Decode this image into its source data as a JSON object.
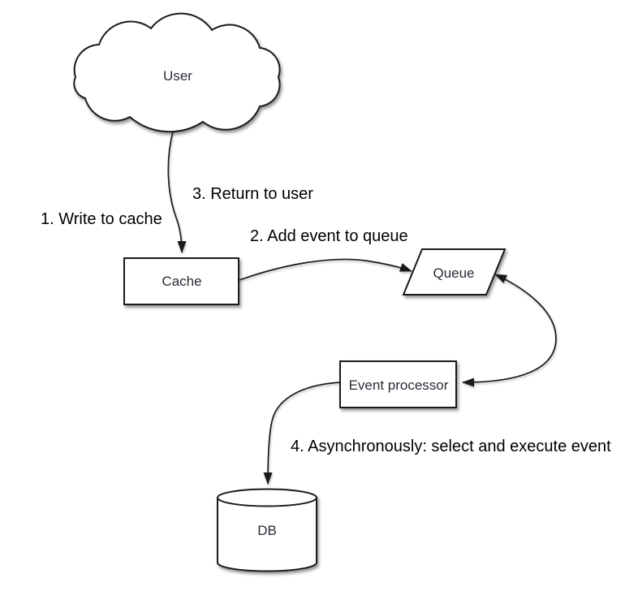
{
  "diagram": {
    "nodes": {
      "user": {
        "label": "User",
        "shape": "cloud"
      },
      "cache": {
        "label": "Cache",
        "shape": "rectangle"
      },
      "queue": {
        "label": "Queue",
        "shape": "parallelogram"
      },
      "event_processor": {
        "label": "Event processor",
        "shape": "rectangle"
      },
      "db": {
        "label": "DB",
        "shape": "cylinder"
      }
    },
    "steps": [
      {
        "label": "1. Write to cache",
        "from": "user",
        "to": "cache"
      },
      {
        "label": "2. Add event to queue",
        "from": "cache",
        "to": "queue"
      },
      {
        "label": "3. Return to user",
        "from": "cache",
        "to": "user"
      },
      {
        "label": "4. Asynchronously: select and execute event",
        "from": "event_processor",
        "to": "db"
      }
    ],
    "colors": {
      "background": "#ffffff",
      "shape_fill": "#ffffff",
      "stroke": "#1a1a1a",
      "node_text": "#272c35",
      "annotation_text": "#000000"
    }
  }
}
